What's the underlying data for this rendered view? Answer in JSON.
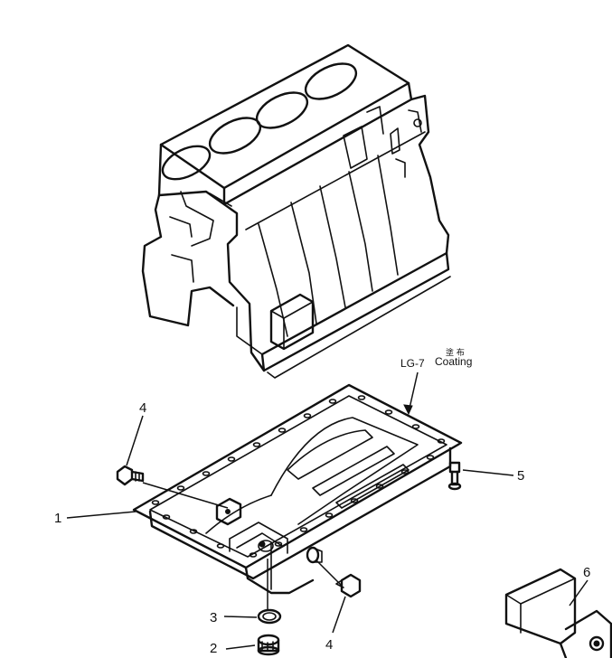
{
  "callouts": {
    "part_1": "1",
    "part_2": "2",
    "part_3": "3",
    "part_4_upper": "4",
    "part_4_lower": "4",
    "part_5": "5",
    "part_6": "6"
  },
  "annotation": {
    "code": "LG-7",
    "japanese": "塗 布",
    "english": "Coating"
  }
}
